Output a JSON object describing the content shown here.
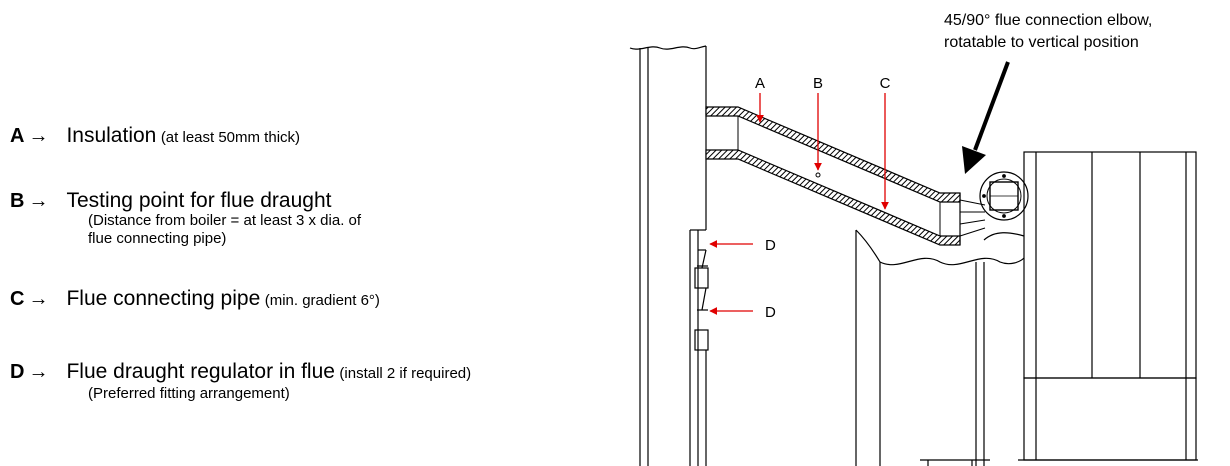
{
  "legend": [
    {
      "letter": "A",
      "main": "Insulation",
      "note": "(at least 50mm thick)",
      "sub": []
    },
    {
      "letter": "B",
      "main": "Testing point for flue draught",
      "note": "",
      "sub": [
        "(Distance from boiler = at least 3 x dia. of",
        "flue connecting pipe)"
      ]
    },
    {
      "letter": "C",
      "main": "Flue connecting pipe",
      "note": "(min. gradient 6°)",
      "sub": []
    },
    {
      "letter": "D",
      "main": "Flue draught regulator in flue",
      "note": "(install 2 if required)",
      "sub": [
        "(Preferred fitting arrangement)"
      ]
    }
  ],
  "arrow_glyph": "→",
  "diagram": {
    "label_a": "A",
    "label_b": "B",
    "label_c": "C",
    "label_d1": "D",
    "label_d2": "D"
  },
  "callout": {
    "line1": "45/90° flue connection elbow,",
    "line2": "rotatable to vertical position"
  }
}
